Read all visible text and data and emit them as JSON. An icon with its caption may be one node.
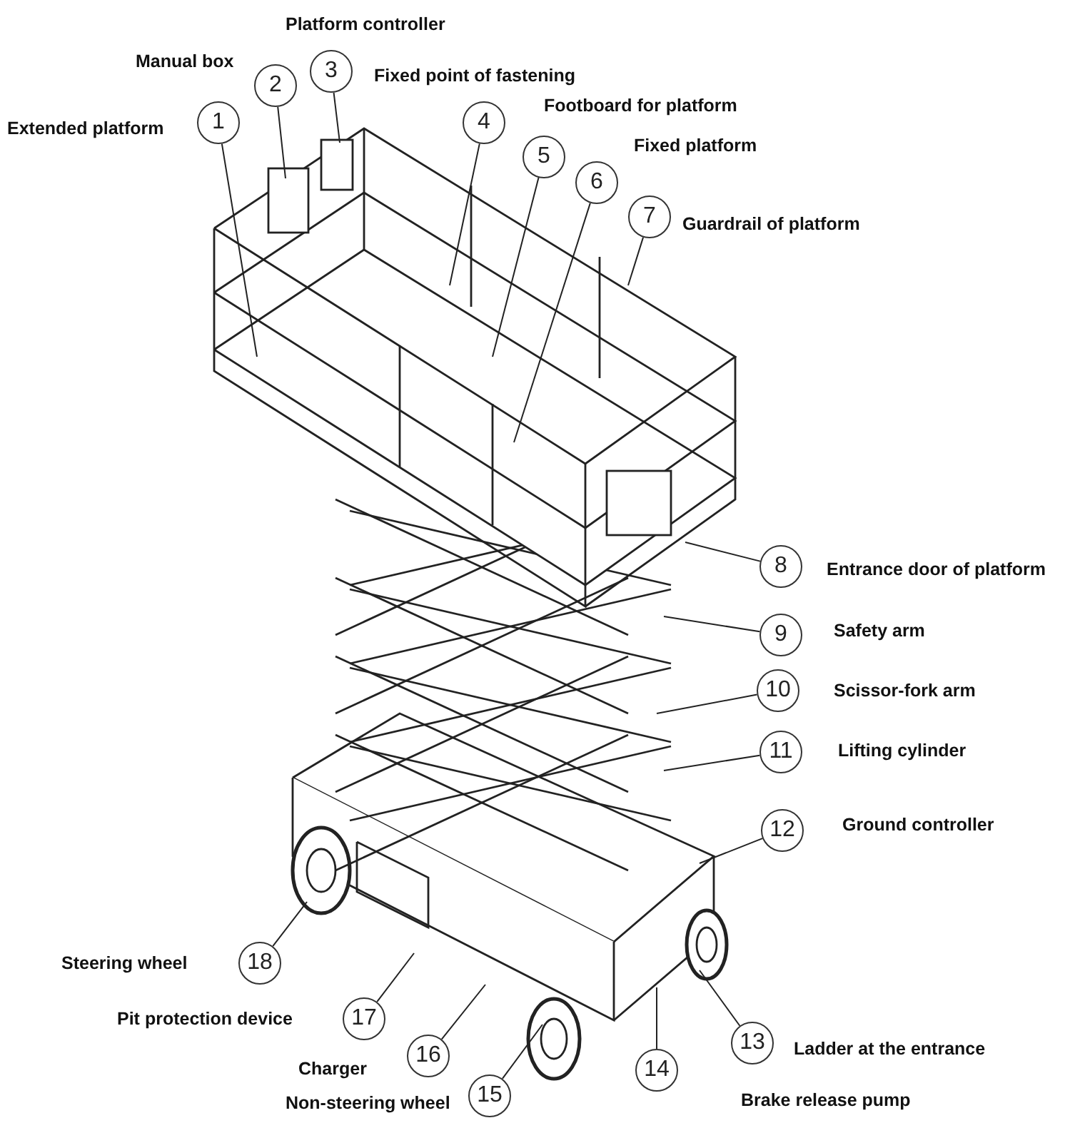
{
  "diagram": {
    "nodes": [
      {
        "text": [
          "1"
        ]
      },
      {
        "text": [
          "2"
        ]
      },
      {
        "text": [
          "3"
        ]
      },
      {
        "text": [
          "4"
        ]
      },
      {
        "text": [
          "5"
        ]
      },
      {
        "text": [
          "6"
        ]
      },
      {
        "text": [
          "7"
        ]
      },
      {
        "text": [
          "8"
        ]
      },
      {
        "text": [
          "9"
        ]
      },
      {
        "text": [
          "10"
        ]
      },
      {
        "text": [
          "11"
        ]
      },
      {
        "text": [
          "12"
        ]
      },
      {
        "text": [
          "13"
        ]
      },
      {
        "text": [
          "14"
        ]
      },
      {
        "text": [
          "15"
        ]
      },
      {
        "text": [
          "16"
        ]
      },
      {
        "text": [
          "17"
        ]
      },
      {
        "text": [
          "18"
        ]
      }
    ],
    "edges": [
      {
        "from": 0,
        "to": null,
        "arrow": "none"
      },
      {
        "from": 1,
        "to": null,
        "arrow": "none"
      },
      {
        "from": 2,
        "to": null,
        "arrow": "none"
      },
      {
        "from": 3,
        "to": null,
        "arrow": "none"
      },
      {
        "from": 4,
        "to": null,
        "arrow": "none"
      },
      {
        "from": 5,
        "to": null,
        "arrow": "none"
      },
      {
        "from": 6,
        "to": null,
        "arrow": "none"
      },
      {
        "from": 7,
        "to": null,
        "arrow": "none"
      },
      {
        "from": 8,
        "to": null,
        "arrow": "none"
      },
      {
        "from": 9,
        "to": null,
        "arrow": "none"
      },
      {
        "from": 10,
        "to": null,
        "arrow": "none"
      },
      {
        "from": 11,
        "to": null,
        "arrow": "none"
      },
      {
        "from": 12,
        "to": null,
        "arrow": "none"
      },
      {
        "from": 13,
        "to": null,
        "arrow": "none"
      },
      {
        "from": 14,
        "to": null,
        "arrow": "none"
      },
      {
        "from": 15,
        "to": null,
        "arrow": "none"
      },
      {
        "from": 16,
        "to": null,
        "arrow": "none"
      },
      {
        "from": 17,
        "to": null,
        "arrow": "none"
      }
    ],
    "labels": [
      "Platform controller",
      "Manual box",
      "Fixed point of fastening",
      "Footboard for platform",
      "Extended platform",
      "Fixed platform",
      "Guardrail of platform",
      "Entrance door of platform",
      "Safety arm",
      "Scissor-fork arm",
      "Lifting cylinder",
      "Ground controller",
      "Steering wheel",
      "Pit protection device",
      "Ladder at the entrance",
      "Charger",
      "Brake release pump",
      "Non-steering wheel"
    ]
  }
}
